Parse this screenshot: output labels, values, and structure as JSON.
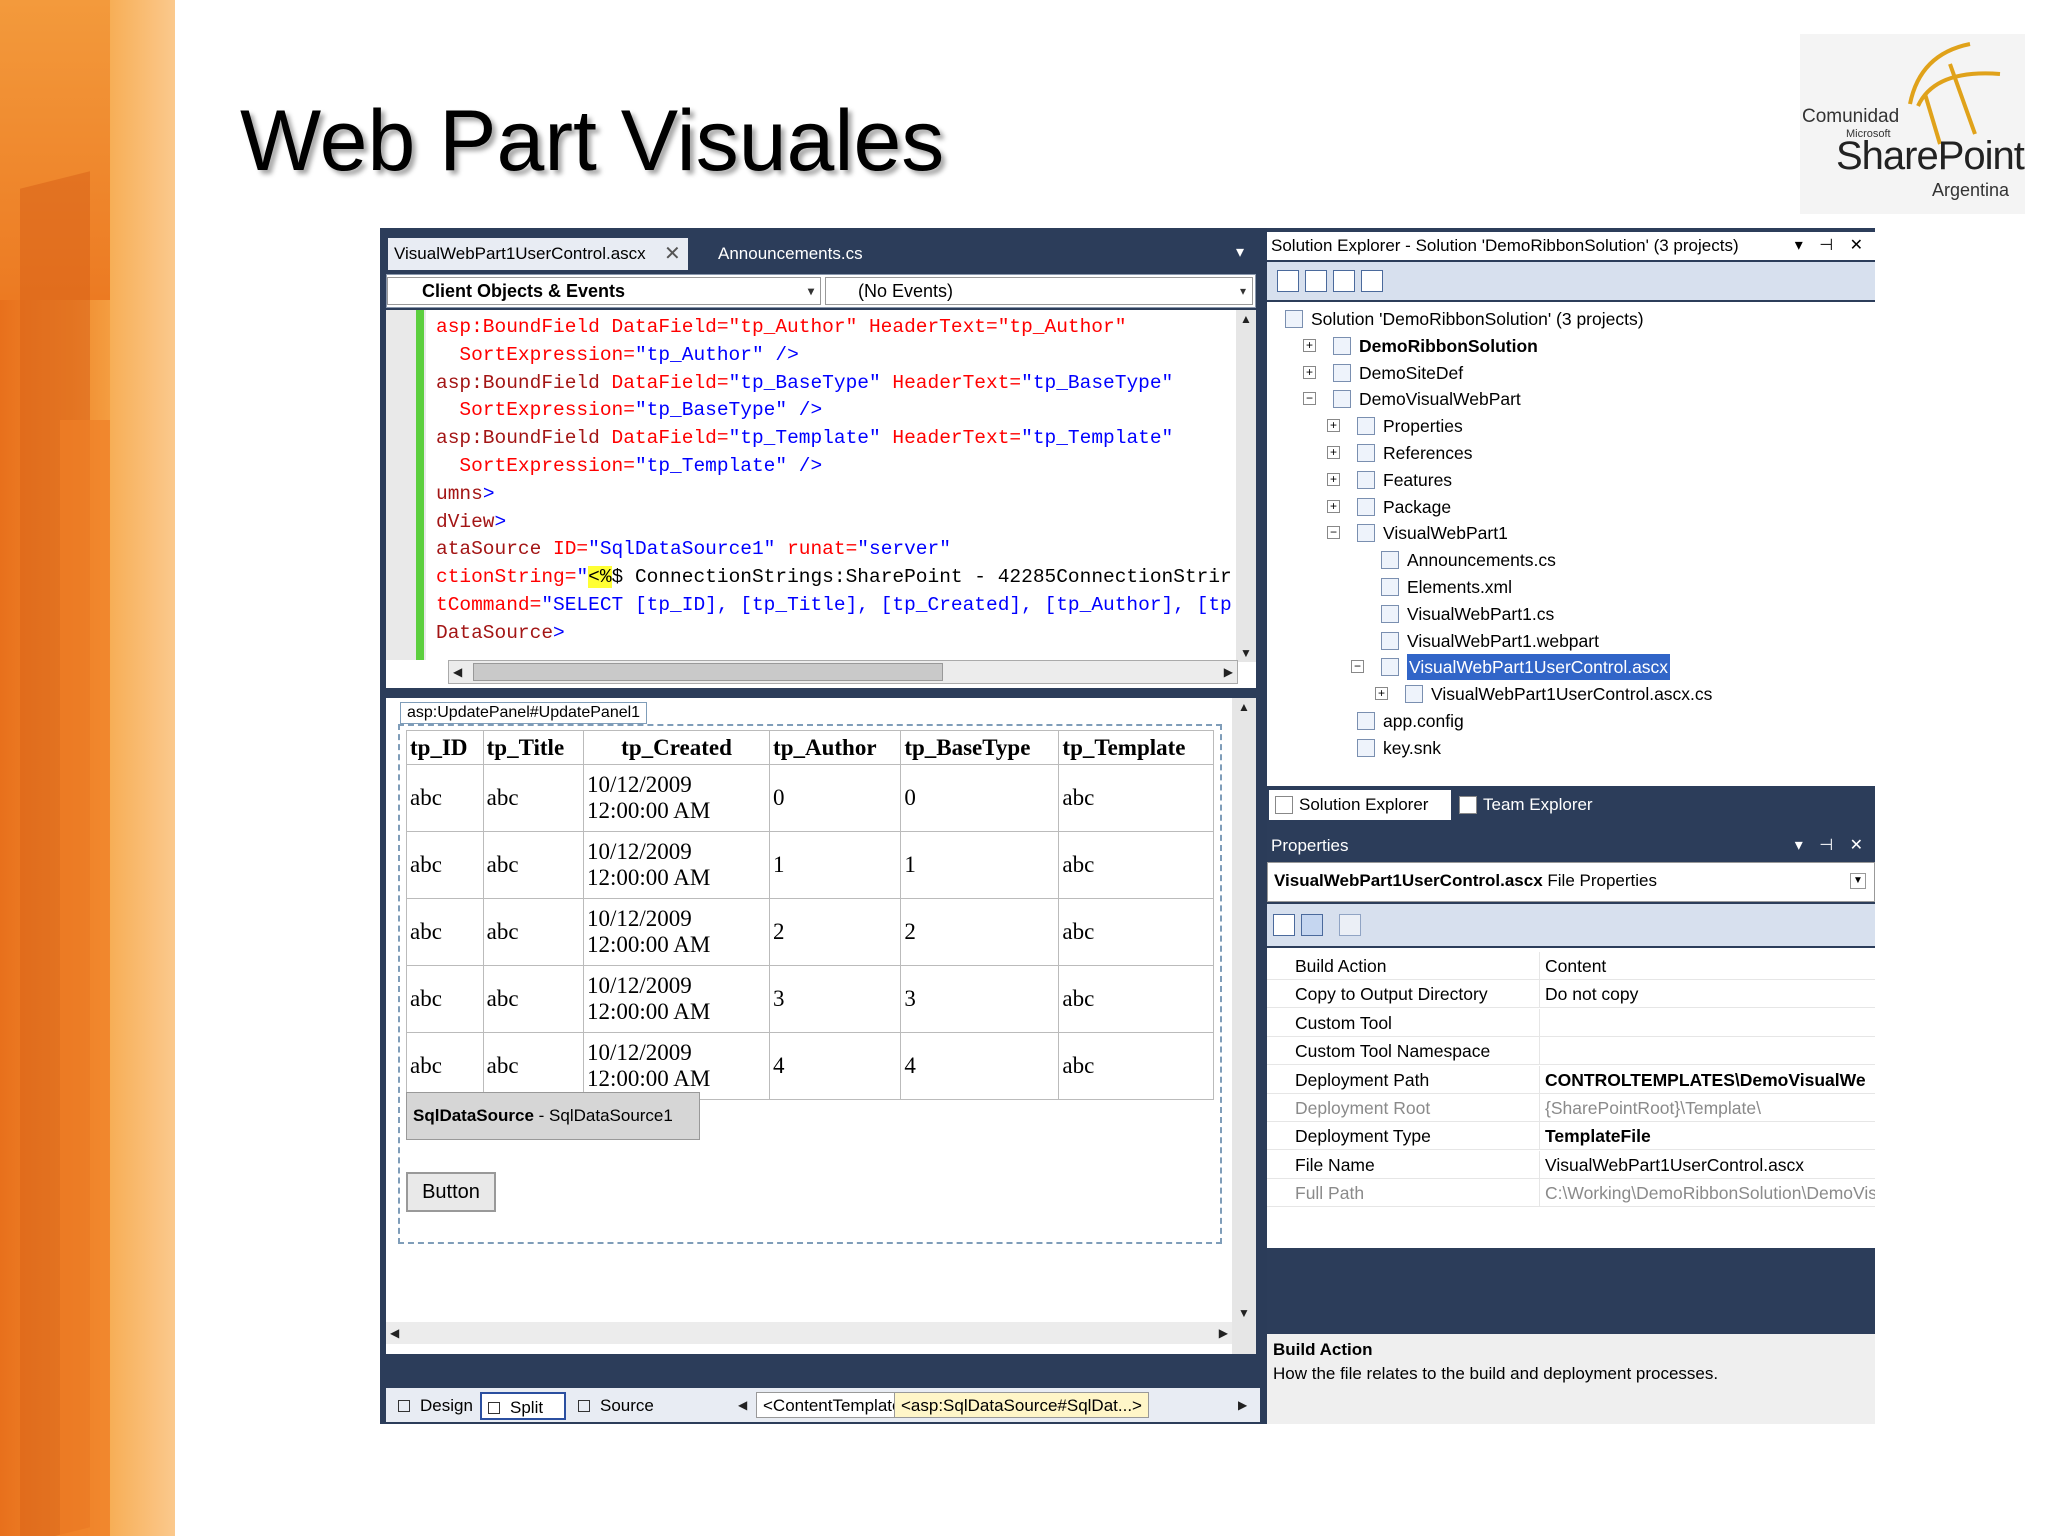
{
  "slide": {
    "title": "Web Part Visuales",
    "logo": {
      "line1": "Comunidad",
      "line2": "Microsoft",
      "line3": "SharePoint",
      "line4": "Argentina"
    }
  },
  "editor": {
    "tabs": {
      "active": "VisualWebPart1UserControl.ascx",
      "inactive": "Announcements.cs",
      "close": "✕",
      "dropdown": "▾"
    },
    "nav": {
      "left": "Client Objects & Events",
      "right": "(No Events)"
    },
    "code_lines": [
      {
        "segs": [
          {
            "t": "asp:BoundField DataField=\"tp_Author\" HeaderText=\"tp_Author\"",
            "c": "r"
          }
        ]
      },
      {
        "segs": [
          {
            "t": "  SortExpression=",
            "c": "r"
          },
          {
            "t": "\"tp_Author\"",
            "c": "b"
          },
          {
            "t": " />",
            "c": "b"
          }
        ]
      },
      {
        "segs": [
          {
            "t": "asp:BoundField ",
            "c": "k2"
          },
          {
            "t": "DataField=",
            "c": "r"
          },
          {
            "t": "\"tp_BaseType\" ",
            "c": "b"
          },
          {
            "t": "HeaderText=",
            "c": "r"
          },
          {
            "t": "\"tp_BaseType\"",
            "c": "b"
          }
        ]
      },
      {
        "segs": [
          {
            "t": "  SortExpression=",
            "c": "r"
          },
          {
            "t": "\"tp_BaseType\"",
            "c": "b"
          },
          {
            "t": " />",
            "c": "b"
          }
        ]
      },
      {
        "segs": [
          {
            "t": "asp:BoundField ",
            "c": "k2"
          },
          {
            "t": "DataField=",
            "c": "r"
          },
          {
            "t": "\"tp_Template\" ",
            "c": "b"
          },
          {
            "t": "HeaderText=",
            "c": "r"
          },
          {
            "t": "\"tp_Template\"",
            "c": "b"
          }
        ]
      },
      {
        "segs": [
          {
            "t": "  SortExpression=",
            "c": "r"
          },
          {
            "t": "\"tp_Template\"",
            "c": "b"
          },
          {
            "t": " />",
            "c": "b"
          }
        ]
      },
      {
        "segs": [
          {
            "t": "umns",
            "c": "k2"
          },
          {
            "t": ">",
            "c": "b"
          }
        ]
      },
      {
        "segs": [
          {
            "t": "dView",
            "c": "k2"
          },
          {
            "t": ">",
            "c": "b"
          }
        ]
      },
      {
        "segs": [
          {
            "t": "ataSource ",
            "c": "k2"
          },
          {
            "t": "ID=",
            "c": "r"
          },
          {
            "t": "\"SqlDataSource1\" ",
            "c": "b"
          },
          {
            "t": "runat=",
            "c": "r"
          },
          {
            "t": "\"server\"",
            "c": "b"
          }
        ]
      },
      {
        "segs": [
          {
            "t": "ctionString=",
            "c": "r"
          },
          {
            "t": "\"",
            "c": "b"
          },
          {
            "t": "<%",
            "c": "hl"
          },
          {
            "t": "$ ConnectionStrings:SharePoint - 42285ConnectionStrir",
            "c": "k"
          }
        ]
      },
      {
        "segs": [
          {
            "t": "tCommand=",
            "c": "r"
          },
          {
            "t": "\"SELECT [tp_ID], [tp_Title], [tp_Created], [tp_Author], [tp",
            "c": "b"
          }
        ]
      },
      {
        "segs": [
          {
            "t": "DataSource",
            "c": "k2"
          },
          {
            "t": ">",
            "c": "b"
          }
        ]
      }
    ],
    "design": {
      "updatepanel_label": "asp:UpdatePanel#UpdatePanel1",
      "grid": {
        "headers": [
          "tp_ID",
          "tp_Title",
          "tp_Created",
          "tp_Author",
          "tp_BaseType",
          "tp_Template"
        ],
        "rows": [
          [
            "abc",
            "abc",
            "10/12/2009 12:00:00 AM",
            "0",
            "0",
            "abc"
          ],
          [
            "abc",
            "abc",
            "10/12/2009 12:00:00 AM",
            "1",
            "1",
            "abc"
          ],
          [
            "abc",
            "abc",
            "10/12/2009 12:00:00 AM",
            "2",
            "2",
            "abc"
          ],
          [
            "abc",
            "abc",
            "10/12/2009 12:00:00 AM",
            "3",
            "3",
            "abc"
          ],
          [
            "abc",
            "abc",
            "10/12/2009 12:00:00 AM",
            "4",
            "4",
            "abc"
          ]
        ]
      },
      "sqlsource": {
        "bold": "SqlDataSource",
        "rest": " - SqlDataSource1"
      },
      "button": "Button"
    },
    "bottom": {
      "design": "Design",
      "split": "Split",
      "source": "Source",
      "crumb1": "<ContentTemplate>",
      "crumb2": "<asp:SqlDataSource#SqlDat...>"
    }
  },
  "solution_explorer": {
    "title": "Solution Explorer - Solution 'DemoRibbonSolution' (3 projects)",
    "title_buttons": "▾ ⊣ ✕",
    "tree": [
      {
        "label": "Solution 'DemoRibbonSolution' (3 projects)",
        "level": 0,
        "expander": ""
      },
      {
        "label": "DemoRibbonSolution",
        "level": 1,
        "expander": "+",
        "bold": true
      },
      {
        "label": "DemoSiteDef",
        "level": 1,
        "expander": "+"
      },
      {
        "label": "DemoVisualWebPart",
        "level": 1,
        "expander": "−"
      },
      {
        "label": "Properties",
        "level": 2,
        "expander": "+"
      },
      {
        "label": "References",
        "level": 2,
        "expander": "+"
      },
      {
        "label": "Features",
        "level": 2,
        "expander": "+"
      },
      {
        "label": "Package",
        "level": 2,
        "expander": "+"
      },
      {
        "label": "VisualWebPart1",
        "level": 2,
        "expander": "−"
      },
      {
        "label": "Announcements.cs",
        "level": 3,
        "expander": ""
      },
      {
        "label": "Elements.xml",
        "level": 3,
        "expander": ""
      },
      {
        "label": "VisualWebPart1.cs",
        "level": 3,
        "expander": ""
      },
      {
        "label": "VisualWebPart1.webpart",
        "level": 3,
        "expander": ""
      },
      {
        "label": "VisualWebPart1UserControl.ascx",
        "level": 3,
        "expander": "−",
        "selected": true
      },
      {
        "label": "VisualWebPart1UserControl.ascx.cs",
        "level": 4,
        "expander": "+"
      },
      {
        "label": "app.config",
        "level": 2,
        "expander": ""
      },
      {
        "label": "key.snk",
        "level": 2,
        "expander": ""
      }
    ],
    "tabs": {
      "se": "Solution Explorer",
      "te": "Team Explorer"
    }
  },
  "properties": {
    "title": "Properties",
    "title_buttons": "▾ ⊣ ✕",
    "header_bold": "VisualWebPart1UserControl.ascx",
    "header_rest": " File Properties",
    "rows": [
      {
        "name": "Build Action",
        "value": "Content",
        "gray": false,
        "bold": false
      },
      {
        "name": "Copy to Output Directory",
        "value": "Do not copy",
        "gray": false,
        "bold": false
      },
      {
        "name": "Custom Tool",
        "value": "",
        "gray": false,
        "bold": false
      },
      {
        "name": "Custom Tool Namespace",
        "value": "",
        "gray": false,
        "bold": false
      },
      {
        "name": "Deployment Path",
        "value": "CONTROLTEMPLATES\\DemoVisualWe",
        "gray": false,
        "bold": true
      },
      {
        "name": "Deployment Root",
        "value": "{SharePointRoot}\\Template\\",
        "gray": true,
        "bold": false
      },
      {
        "name": "Deployment Type",
        "value": "TemplateFile",
        "gray": false,
        "bold": true
      },
      {
        "name": "File Name",
        "value": "VisualWebPart1UserControl.ascx",
        "gray": false,
        "bold": false
      },
      {
        "name": "Full Path",
        "value": "C:\\Working\\DemoRibbonSolution\\DemoVisu",
        "gray": true,
        "bold": false
      }
    ],
    "desc_title": "Build Action",
    "desc_text": "How the file relates to the build and deployment processes."
  }
}
